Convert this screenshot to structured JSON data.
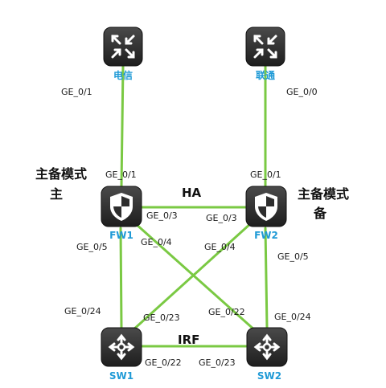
{
  "devices": {
    "telecom": {
      "label": "电信",
      "icon": "router-icon"
    },
    "unicom": {
      "label": "联通",
      "icon": "router-icon"
    },
    "fw1": {
      "label": "FW1",
      "icon": "firewall-icon",
      "mode": "主备模式",
      "role": "主"
    },
    "fw2": {
      "label": "FW2",
      "icon": "firewall-icon",
      "mode": "主备模式",
      "role": "备"
    },
    "sw1": {
      "label": "SW1",
      "icon": "switch-icon"
    },
    "sw2": {
      "label": "SW2",
      "icon": "switch-icon"
    }
  },
  "links": {
    "ha": {
      "label": "HA"
    },
    "irf": {
      "label": "IRF"
    }
  },
  "ports": {
    "telecom_up": "GE_0/1",
    "unicom_up": "GE_0/0",
    "fw1_up": "GE_0/1",
    "fw2_up": "GE_0/1",
    "fw1_ha": "GE_0/3",
    "fw2_ha": "GE_0/3",
    "fw1_ge04": "GE_0/4",
    "fw2_ge04": "GE_0/4",
    "fw1_ge05": "GE_0/5",
    "fw2_ge05": "GE_0/5",
    "sw1_ge024": "GE_0/24",
    "sw2_ge024": "GE_0/24",
    "sw1_ge023": "GE_0/23",
    "sw2_ge022": "GE_0/22",
    "sw1_irf": "GE_0/22",
    "sw2_irf": "GE_0/23"
  },
  "colors": {
    "link": "#7ac943",
    "device_label": "#1f9ad6",
    "icon_body": "#2d2d2d"
  }
}
